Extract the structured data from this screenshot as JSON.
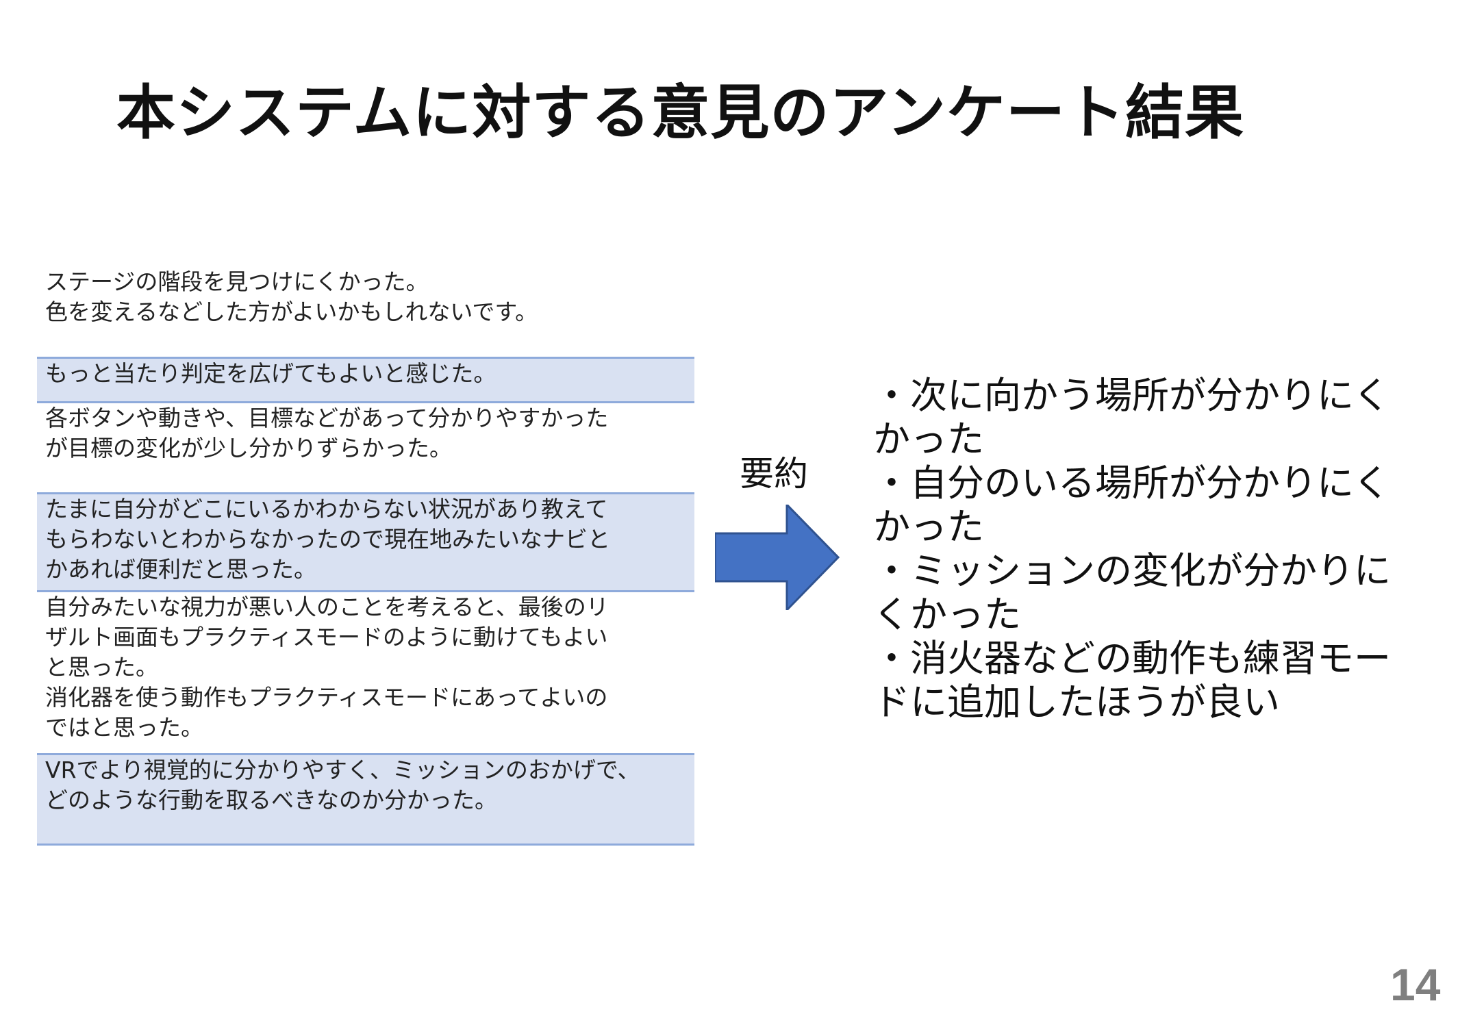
{
  "title": "本システムに対する意見のアンケート結果",
  "comments": [
    {
      "lines": [
        "ステージの階段を見つけにくかった。",
        "色を変えるなどした方がよいかもしれないです。"
      ]
    },
    {
      "lines": [
        "もっと当たり判定を広げてもよいと感じた。"
      ]
    },
    {
      "lines": [
        "各ボタンや動きや、目標などがあって分かりやすかった",
        "が目標の変化が少し分かりずらかった。"
      ]
    },
    {
      "lines": [
        "たまに自分がどこにいるかわからない状況があり教えて",
        "もらわないとわからなかったので現在地みたいなナビと",
        "かあれば便利だと思った。"
      ]
    },
    {
      "lines": [
        "自分みたいな視力が悪い人のことを考えると、最後のリ",
        "ザルト画面もプラクティスモードのように動けてもよい",
        "と思った。",
        "消化器を使う動作もプラクティスモードにあってよいの",
        "ではと思った。"
      ]
    },
    {
      "lines": [
        "VRでより視覚的に分かりやすく、ミッションのおかげで、",
        "どのような行動を取るべきなのか分かった。"
      ]
    }
  ],
  "summary_label": "要約",
  "summary_lines": [
    "・次に向かう場所が分かりにく",
    "かった",
    "・自分のいる場所が分かりにく",
    "かった",
    "・ミッションの変化が分かりに",
    "くかった",
    "・消火器などの動作も練習モー",
    "ドに追加したほうが良い"
  ],
  "arrow_icon": "right-arrow-icon",
  "arrow_color": "#4472c4",
  "page_number": "14"
}
